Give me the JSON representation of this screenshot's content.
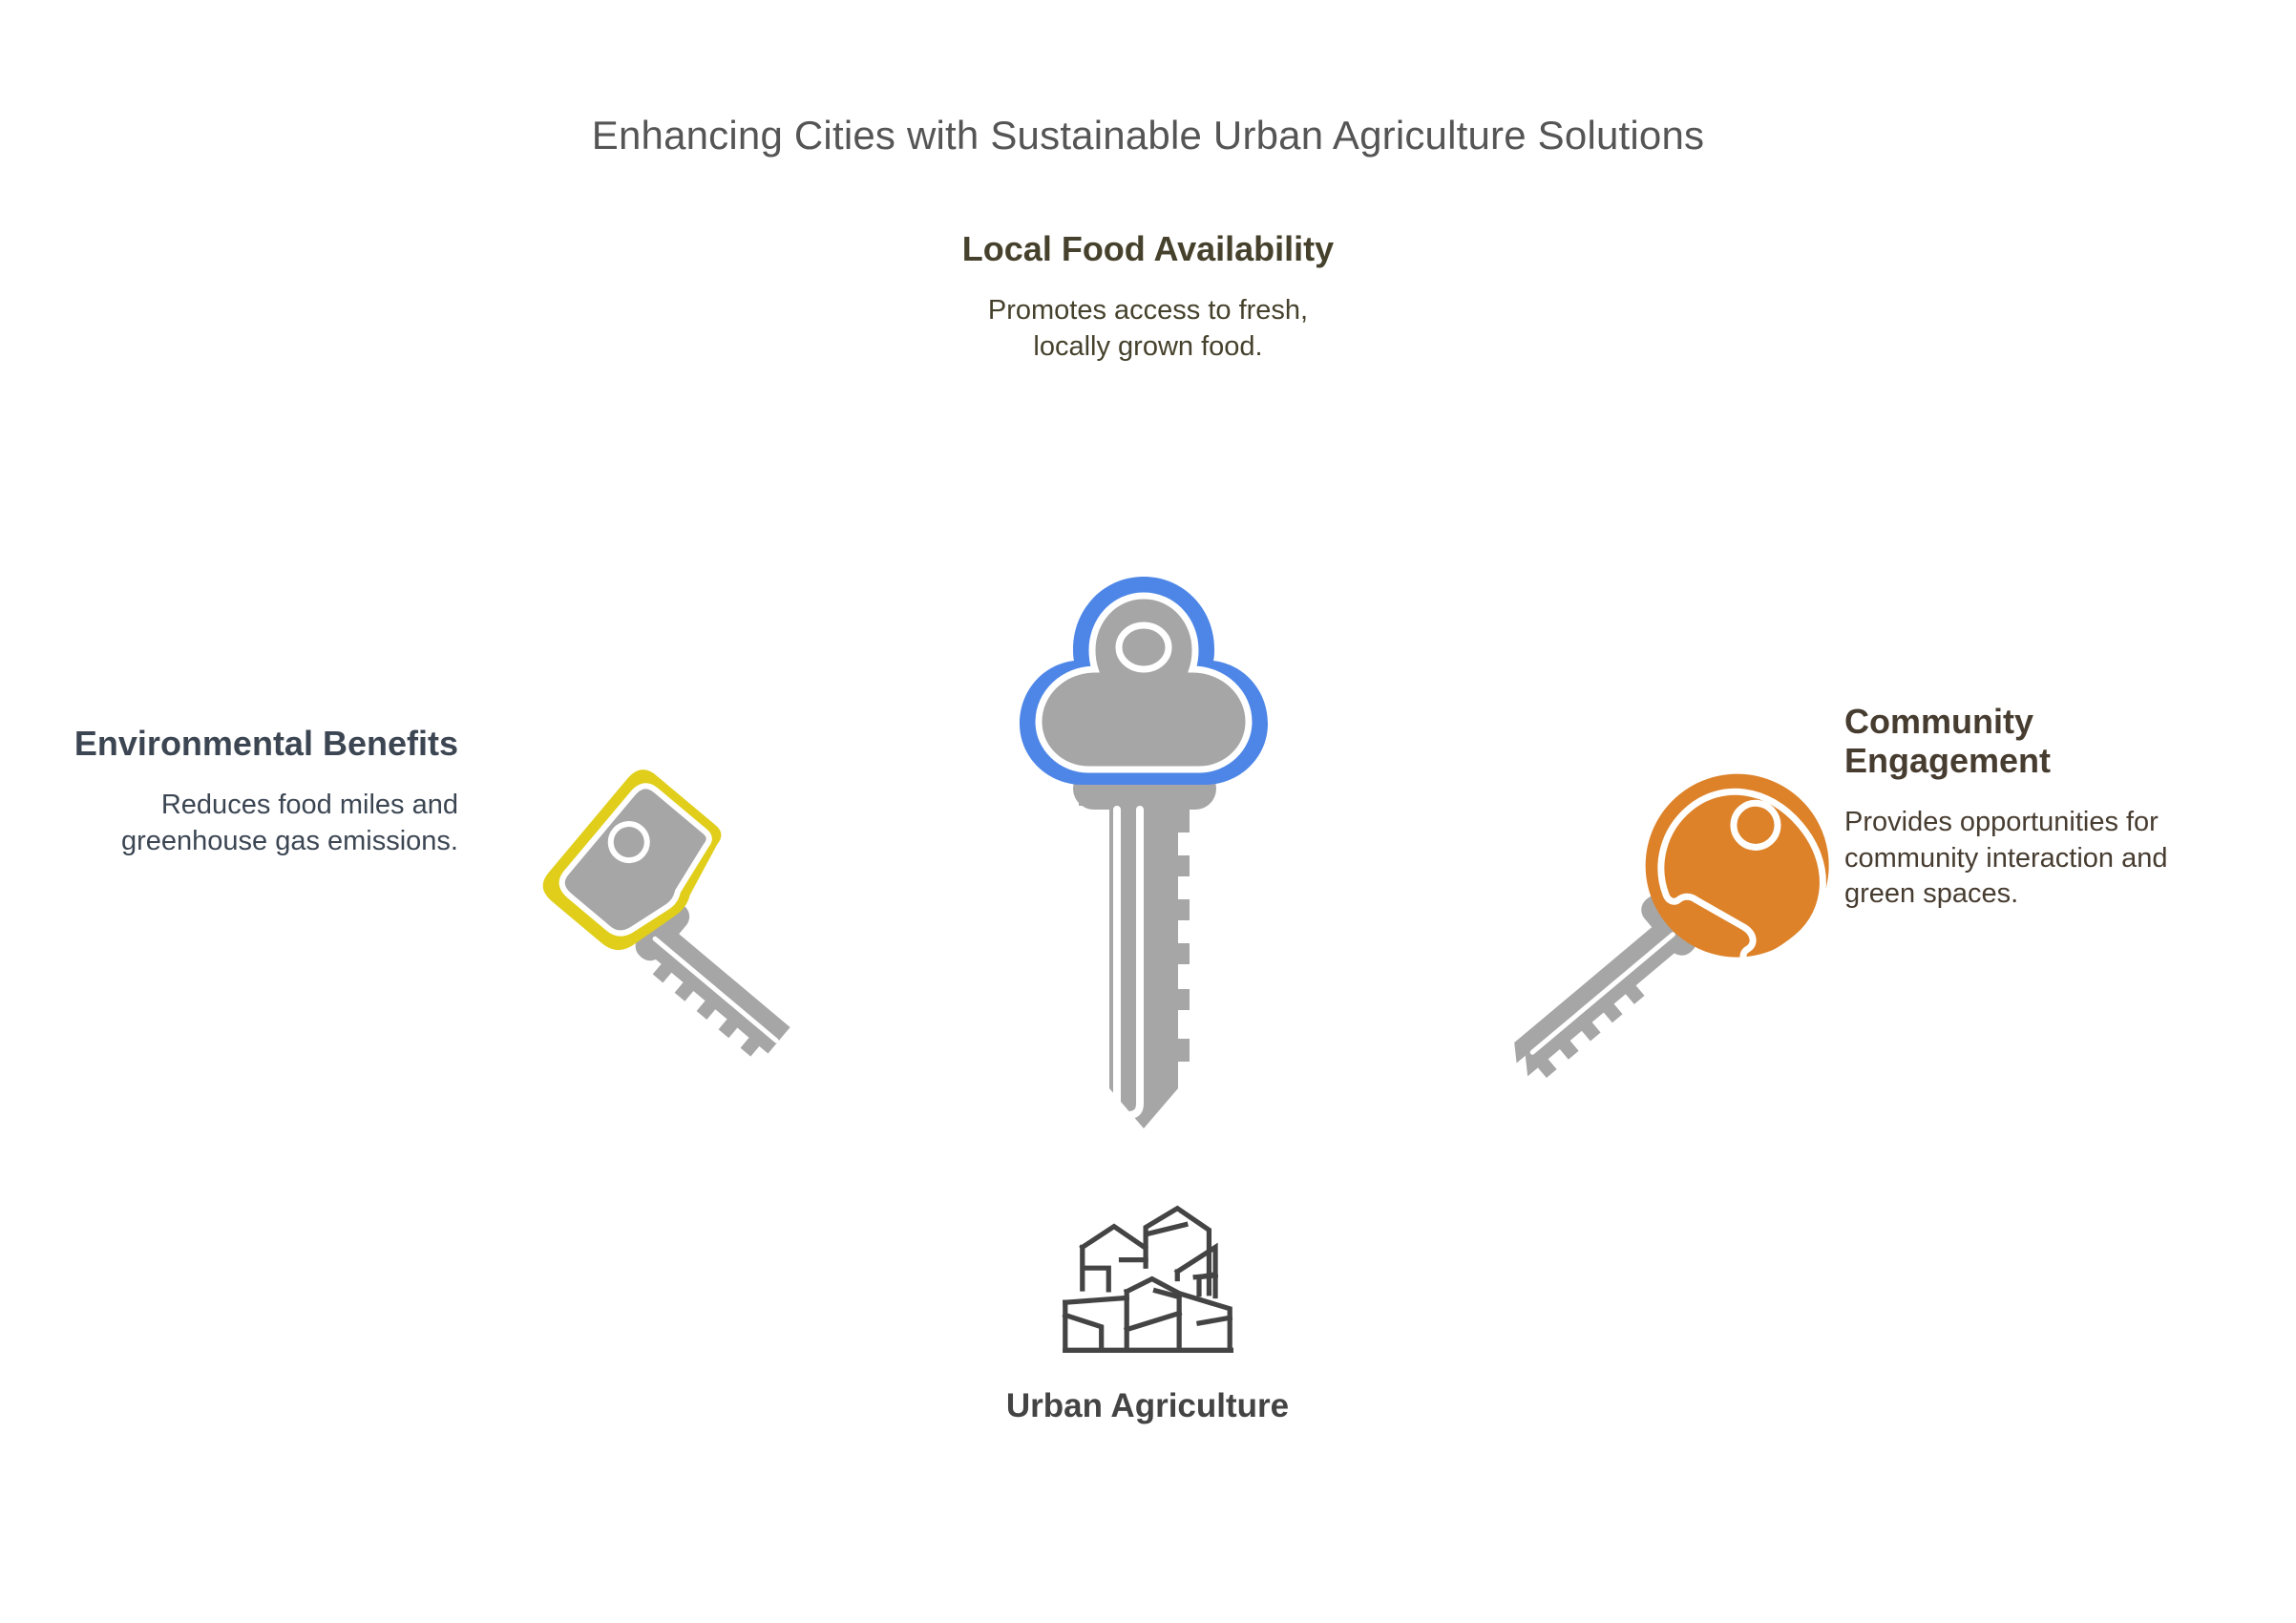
{
  "title": "Enhancing Cities with Sustainable Urban Agriculture Solutions",
  "center": {
    "label": "Urban Agriculture",
    "icon": "cityscape-buildings-icon"
  },
  "nodes": [
    {
      "id": "local-food-availability",
      "position": "top",
      "heading": "Local Food Availability",
      "body": "Promotes access to fresh, locally grown food.",
      "key_icon": "key-icon-blue",
      "accent_color": "#4e86e8",
      "text_color": "#45412c"
    },
    {
      "id": "environmental-benefits",
      "position": "left",
      "heading": "Environmental Benefits",
      "body": "Reduces food miles and greenhouse gas emissions.",
      "key_icon": "key-icon-yellow",
      "accent_color": "#e0ce1b",
      "text_color": "#3c4653"
    },
    {
      "id": "community-engagement",
      "position": "right",
      "heading": "Community Engagement",
      "body": "Provides opportunities for community interaction and green spaces.",
      "key_icon": "key-icon-orange",
      "accent_color": "#dd8229",
      "text_color": "#473c30"
    }
  ],
  "colors": {
    "background": "#ffffff",
    "title": "#555555",
    "key_metal": "#a6a6a6",
    "key_outline": "#ffffff",
    "blue": "#4e86e8",
    "yellow": "#e0ce1b",
    "orange": "#dd8229",
    "center_icon": "#444444",
    "center_label": "#444444"
  }
}
